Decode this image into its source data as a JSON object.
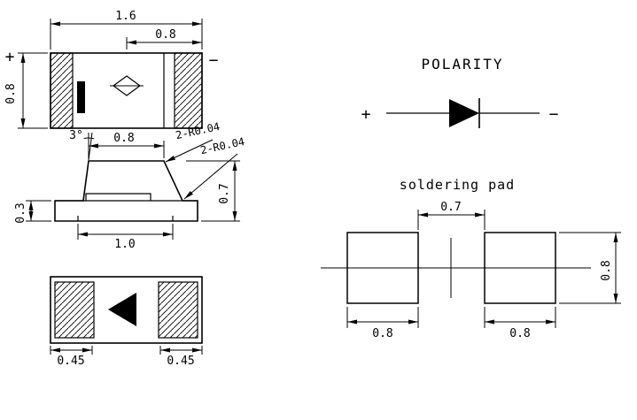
{
  "views": {
    "top_view": {
      "dim_overall_width": "1.6",
      "dim_half_width": "0.8",
      "dim_height": "0.8",
      "polarity_plus": "+",
      "polarity_minus": "−"
    },
    "side_view": {
      "angle": "3°",
      "dim_top_width": "0.8",
      "radius_note_1": "2-R0.04",
      "radius_note_2": "2-R0.04",
      "dim_overall_height": "0.7",
      "dim_base_height": "0.3",
      "dim_terminal_span": "1.0"
    },
    "bottom_view": {
      "dim_left_pad_width": "0.45",
      "dim_right_pad_width": "0.45"
    },
    "polarity_diagram": {
      "title": "POLARITY",
      "plus": "+",
      "minus": "−"
    },
    "soldering_pad_diagram": {
      "title": "soldering pad",
      "dim_gap": "0.7",
      "dim_pad_height": "0.8",
      "dim_left_pad_width": "0.8",
      "dim_right_pad_width": "0.8"
    }
  },
  "colors": {
    "line": "#000000",
    "background": "#ffffff"
  }
}
